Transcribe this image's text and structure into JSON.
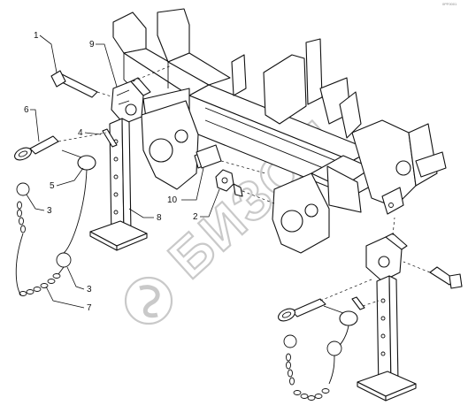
{
  "callouts": [
    {
      "id": "c1",
      "label": "1"
    },
    {
      "id": "c2",
      "label": "2"
    },
    {
      "id": "c3a",
      "label": "3"
    },
    {
      "id": "c3b",
      "label": "3"
    },
    {
      "id": "c4",
      "label": "4"
    },
    {
      "id": "c5",
      "label": "5"
    },
    {
      "id": "c6",
      "label": "6"
    },
    {
      "id": "c7",
      "label": "7"
    },
    {
      "id": "c8",
      "label": "8"
    },
    {
      "id": "c9",
      "label": "9"
    },
    {
      "id": "c10",
      "label": "10"
    }
  ],
  "watermark": {
    "text": "БИЗОН"
  },
  "corner_code": "0PF0001"
}
